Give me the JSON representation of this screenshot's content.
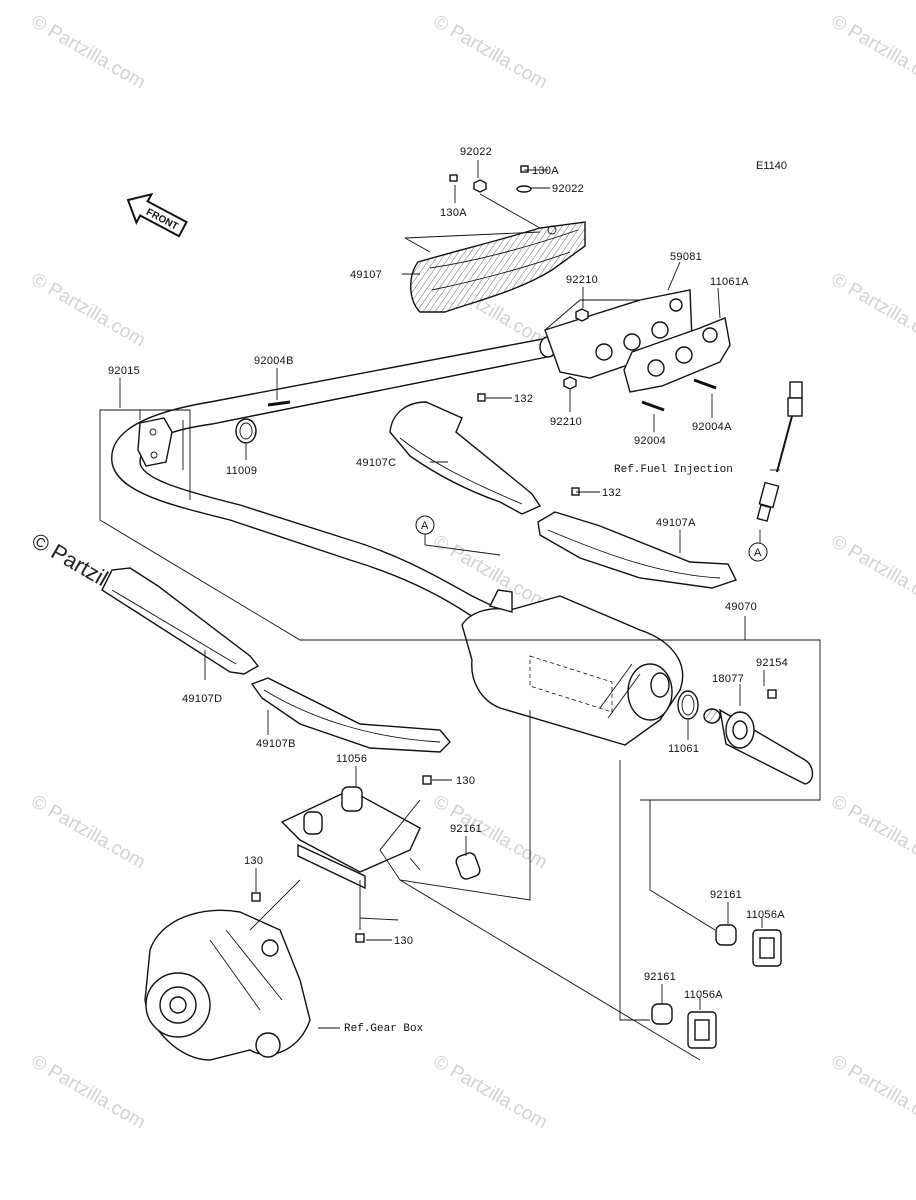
{
  "diagram_code": "E1140",
  "front_label": "FRONT",
  "watermark": "© Partzilla.com",
  "ref_labels": {
    "fuel_injection": "Ref.Fuel Injection",
    "gear_box": "Ref.Gear Box"
  },
  "connector_marker": "A",
  "parts": {
    "p92022_top": "92022",
    "p130A_top": "130A",
    "p130A_left": "130A",
    "p92022_right": "92022",
    "p49107": "49107",
    "p59081": "59081",
    "p11061A": "11061A",
    "p92210_top": "92210",
    "p92015": "92015",
    "p92004B": "92004B",
    "p132_a": "132",
    "p92210_bottom": "92210",
    "p92004": "92004",
    "p92004A": "92004A",
    "p11009": "11009",
    "p49107C": "49107C",
    "p132_b": "132",
    "p49107A": "49107A",
    "p49070": "49070",
    "p92154": "92154",
    "p18077": "18077",
    "p11061": "11061",
    "p49107D": "49107D",
    "p49107B": "49107B",
    "p11056": "11056",
    "p130_a": "130",
    "p92161_a": "92161",
    "p130_b": "130",
    "p130_c": "130",
    "p92161_b": "92161",
    "p11056A_a": "11056A",
    "p92161_c": "92161",
    "p11056A_b": "11056A"
  }
}
